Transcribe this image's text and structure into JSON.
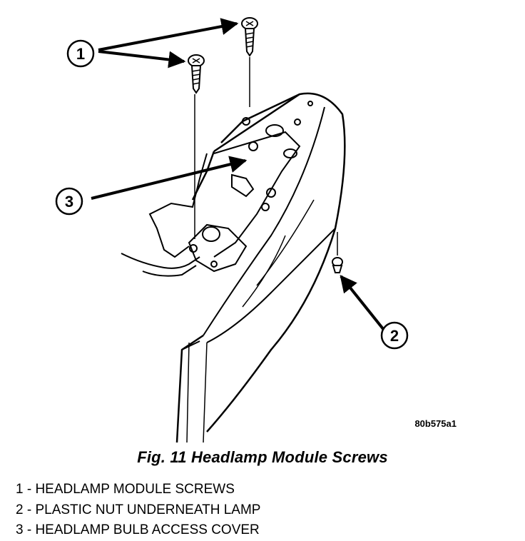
{
  "callouts": [
    {
      "id": "1",
      "label": "1"
    },
    {
      "id": "2",
      "label": "2"
    },
    {
      "id": "3",
      "label": "3"
    }
  ],
  "figure_ref": "80b575a1",
  "caption": "Fig. 11 Headlamp Module Screws",
  "legend": [
    "1 - HEADLAMP MODULE SCREWS",
    "2 - PLASTIC NUT UNDERNEATH LAMP",
    "3 - HEADLAMP BULB ACCESS COVER"
  ]
}
